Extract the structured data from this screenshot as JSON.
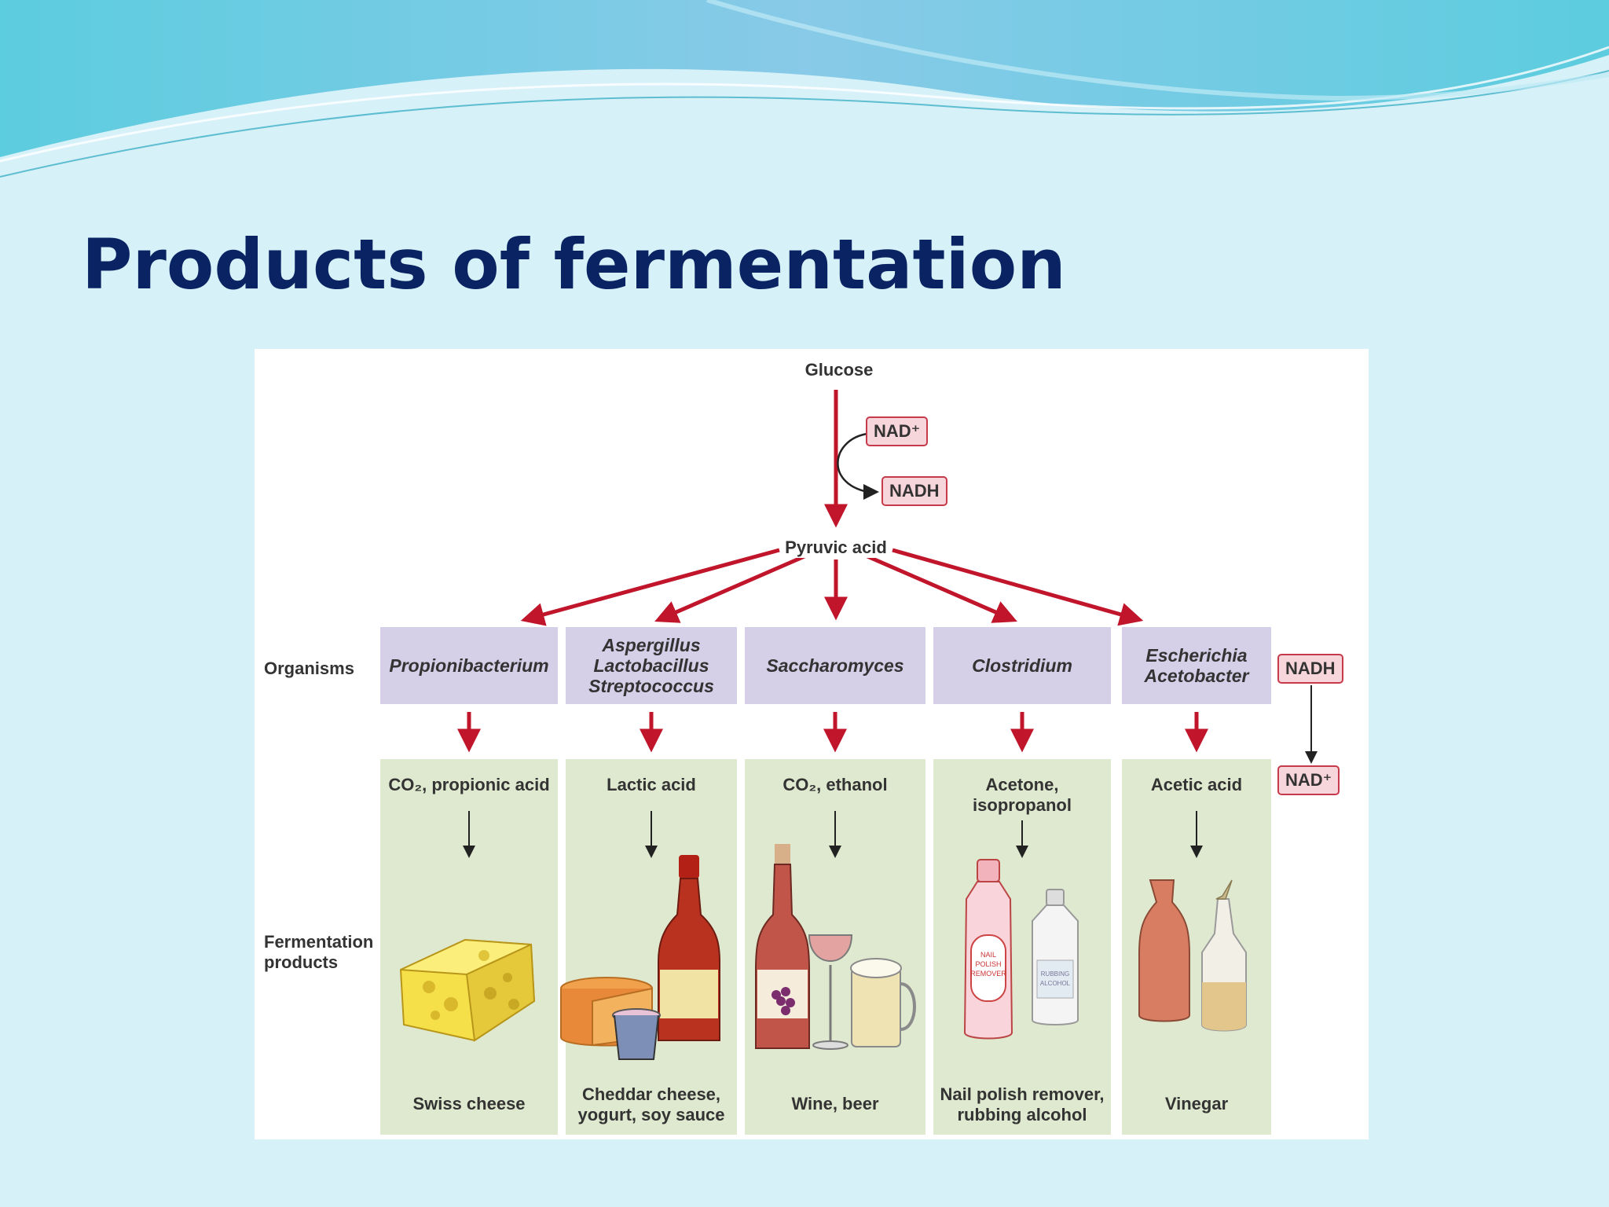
{
  "slide": {
    "title": "Products of fermentation"
  },
  "diagram": {
    "start": "Glucose",
    "cofactor_in": "NAD⁺",
    "cofactor_out": "NADH",
    "intermediate": "Pyruvic acid",
    "row_labels": {
      "organisms": "Organisms",
      "products": "Fermentation\nproducts"
    },
    "side_cycle": {
      "from": "NADH",
      "to": "NAD⁺"
    },
    "columns": [
      {
        "organism": "Propionibacterium",
        "chemicals": "CO₂, propionic acid",
        "foods": "Swiss cheese"
      },
      {
        "organism": "Aspergillus\nLactobacillus\nStreptococcus",
        "chemicals": "Lactic acid",
        "foods": "Cheddar cheese,\nyogurt, soy sauce"
      },
      {
        "organism": "Saccharomyces",
        "chemicals": "CO₂, ethanol",
        "foods": "Wine, beer"
      },
      {
        "organism": "Clostridium",
        "chemicals": "Acetone,\nisopropanol",
        "foods": "Nail polish remover,\nrubbing alcohol"
      },
      {
        "organism": "Escherichia\nAcetobacter",
        "chemicals": "Acetic acid",
        "foods": "Vinegar"
      }
    ],
    "illustration_labels": {
      "nail_polish": "NAIL\nPOLISH\nREMOVER",
      "rubbing": "RUBBING\nALCOHOL"
    },
    "colors": {
      "arrow": "#c0152a",
      "organism_box": "#d5cfe8",
      "product_box": "#dfe9cf",
      "title": "#0a2463"
    }
  }
}
